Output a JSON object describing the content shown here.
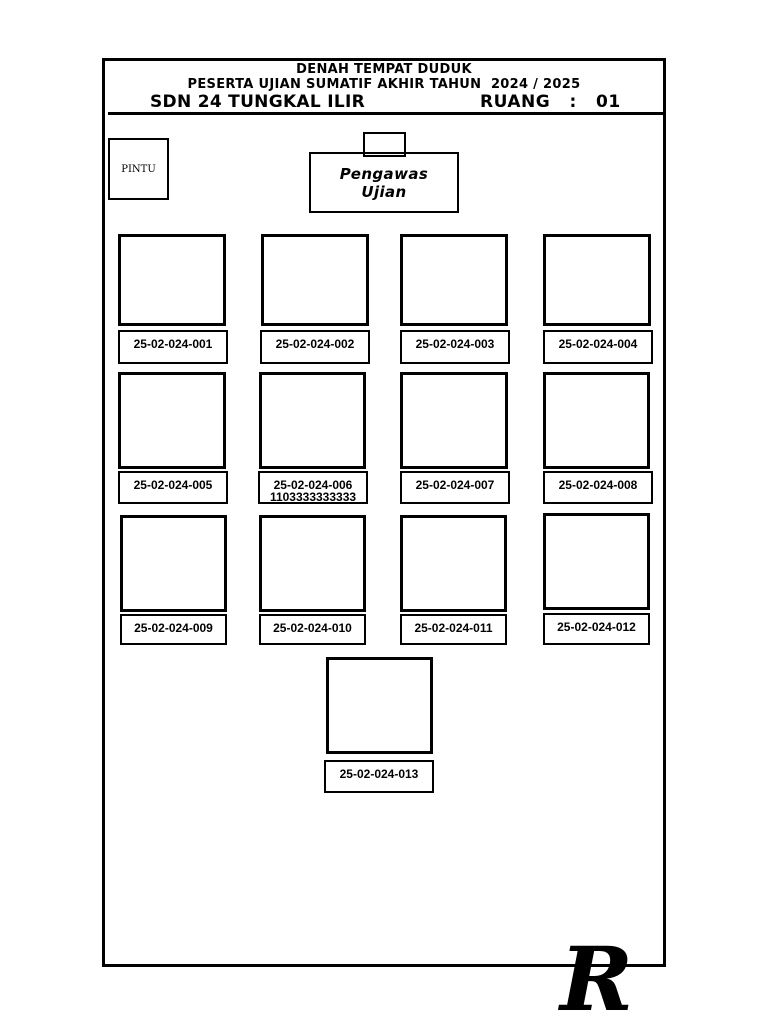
{
  "header": {
    "title_line1": "DENAH TEMPAT DUDUK",
    "title_line2": "PESERTA UJIAN SUMATIF AKHIR TAHUN  2024 / 2025",
    "school": "SDN 24 TUNGKAL ILIR",
    "room": "RUANG   :   01"
  },
  "room": {
    "door_label": "PINTU",
    "proctor_line1": "Pengawas",
    "proctor_line2": "Ujian"
  },
  "seats": [
    {
      "id": "25-02-024-001"
    },
    {
      "id": "25-02-024-002"
    },
    {
      "id": "25-02-024-003"
    },
    {
      "id": "25-02-024-004"
    },
    {
      "id": "25-02-024-005"
    },
    {
      "id": "25-02-024-006",
      "extra": "1103333333333"
    },
    {
      "id": "25-02-024-007"
    },
    {
      "id": "25-02-024-008"
    },
    {
      "id": "25-02-024-009"
    },
    {
      "id": "25-02-024-010"
    },
    {
      "id": "25-02-024-011"
    },
    {
      "id": "25-02-024-012"
    },
    {
      "id": "25-02-024-013"
    }
  ],
  "footer_mark": "R"
}
